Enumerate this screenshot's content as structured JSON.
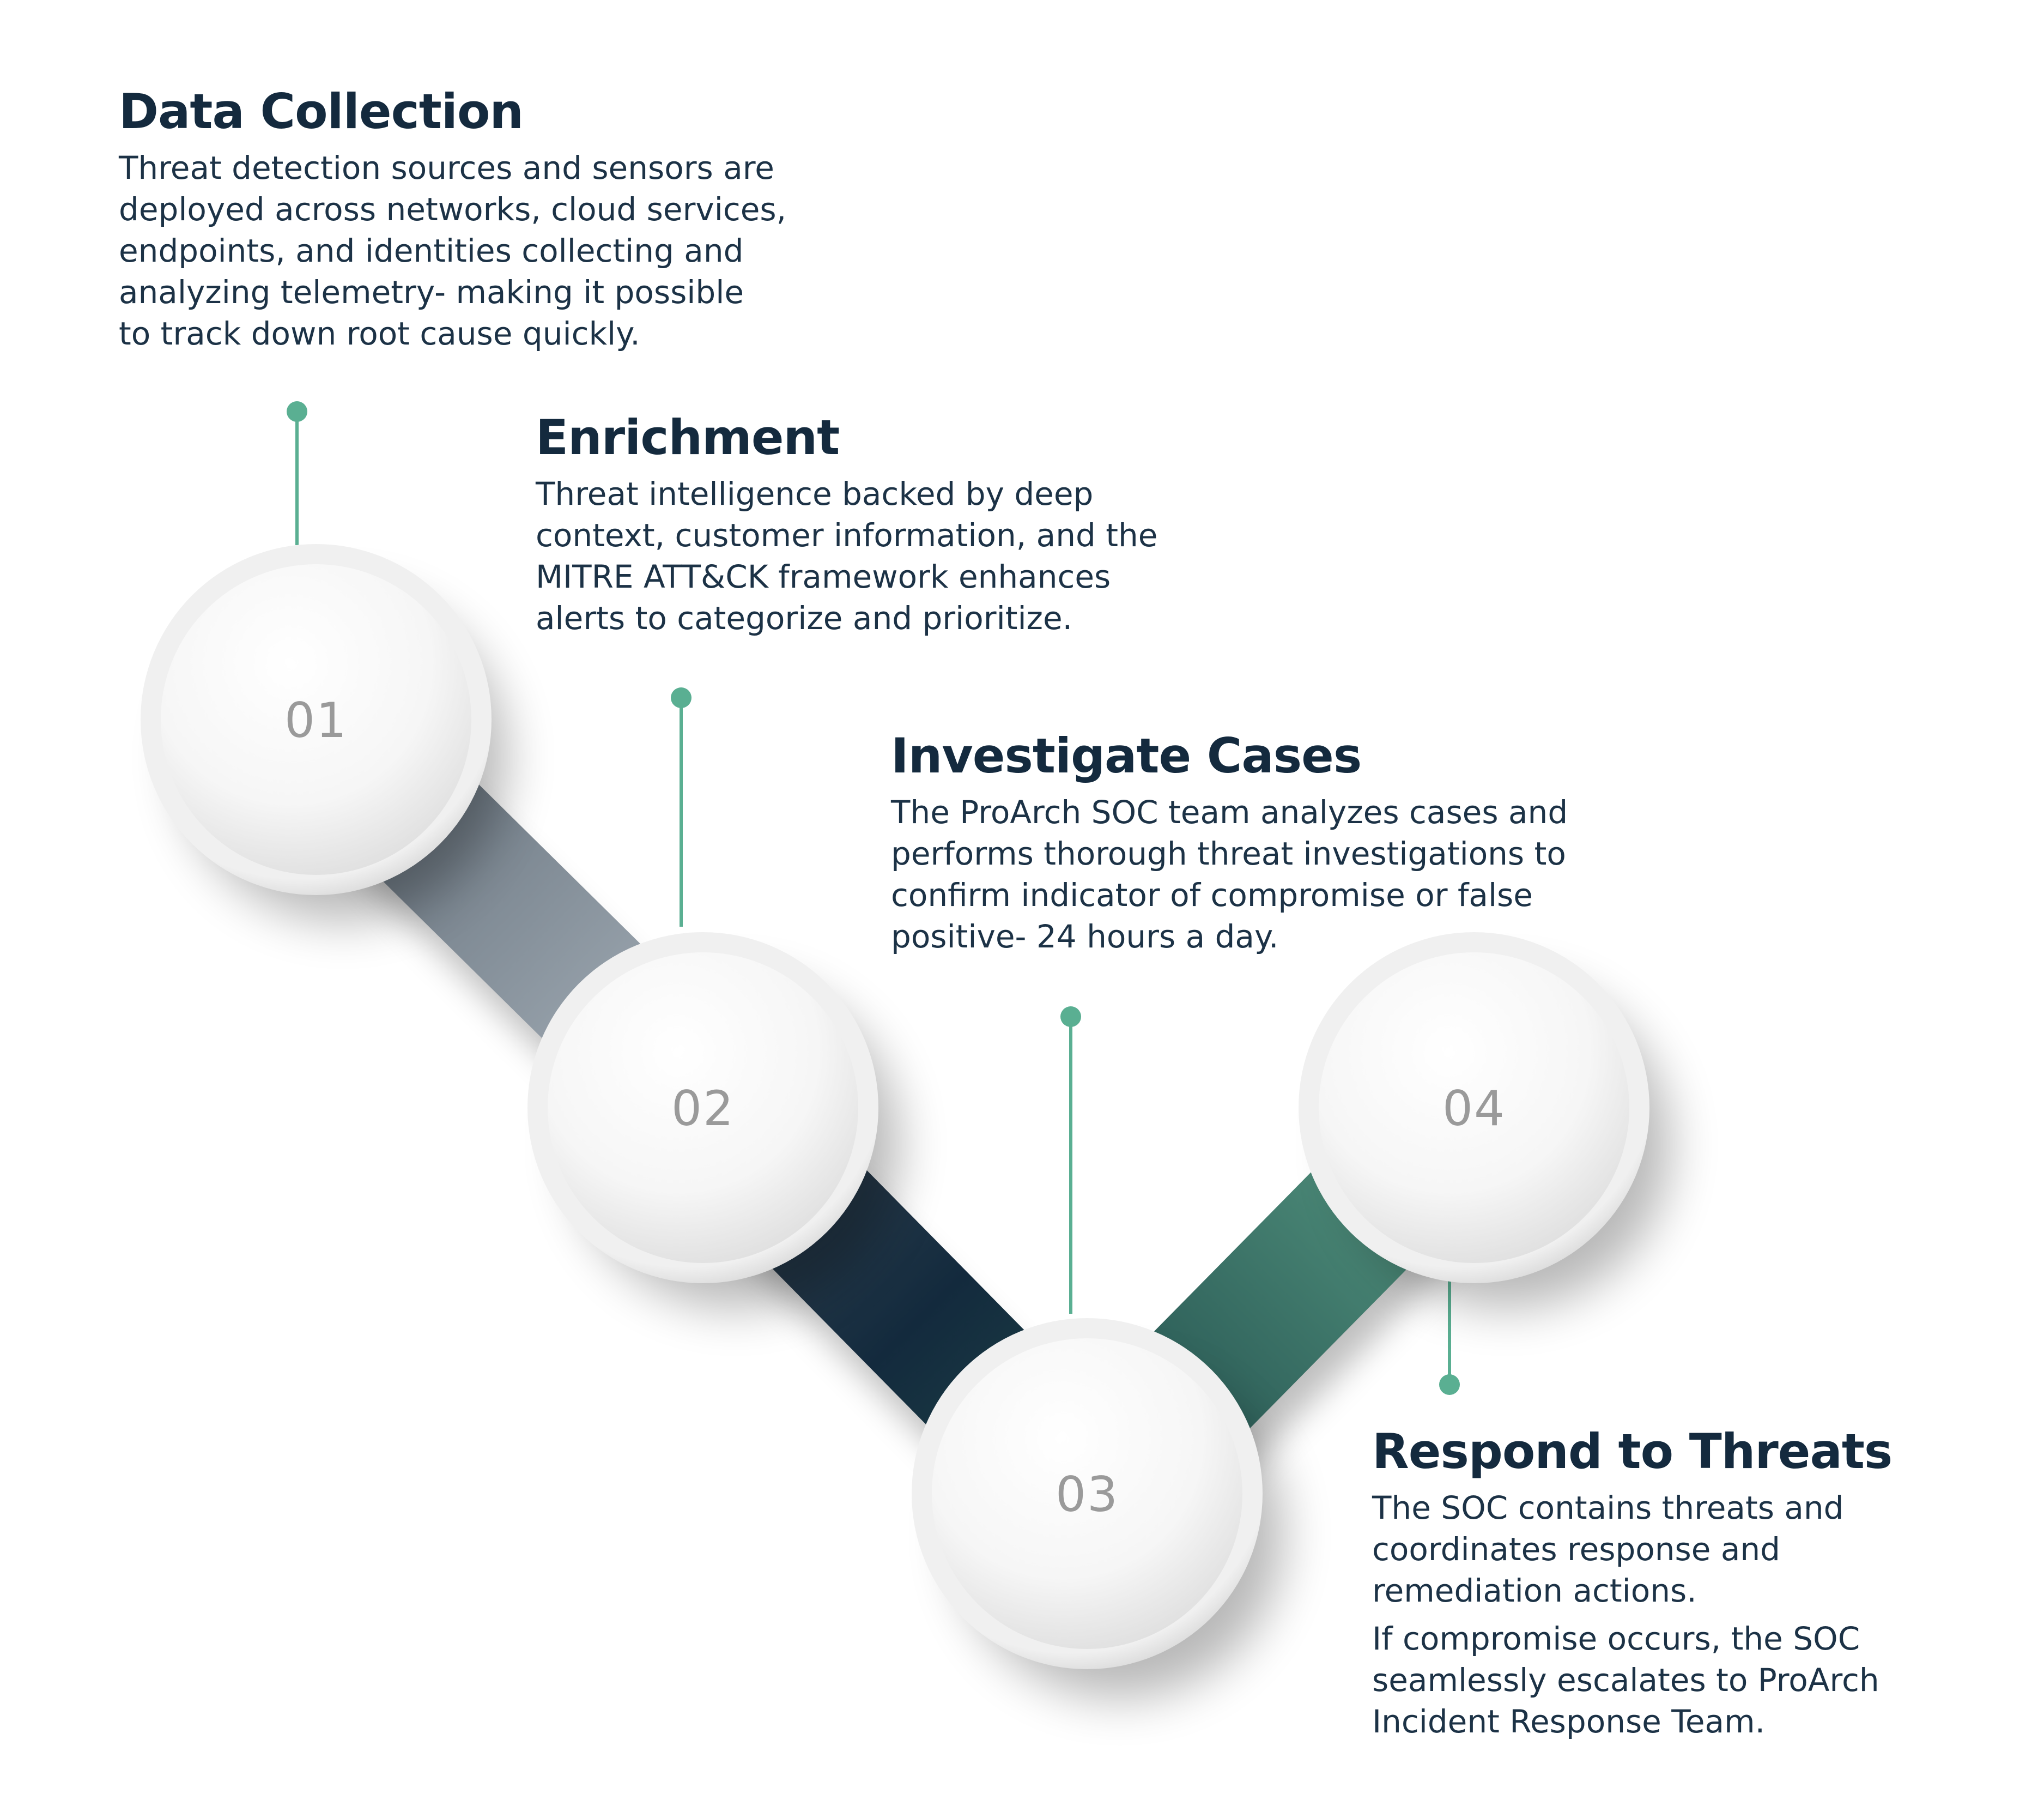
{
  "steps": [
    {
      "number": "01",
      "title": "Data Collection",
      "description": "Threat detection sources and sensors are\ndeployed across networks, cloud services,\nendpoints, and identities collecting and\nanalyzing telemetry- making it possible\nto track down root cause quickly."
    },
    {
      "number": "02",
      "title": "Enrichment",
      "description": "Threat intelligence backed by deep\ncontext, customer information, and the\nMITRE ATT&CK framework enhances\nalerts to categorize and prioritize."
    },
    {
      "number": "03",
      "title": "Investigate Cases",
      "description": "The ProArch SOC team analyzes cases and\nperforms thorough threat investigations to\nconfirm indicator of compromise or false\npositive- 24 hours a day."
    },
    {
      "number": "04",
      "title": "Respond to Threats",
      "description": "The SOC contains threats and\ncoordinates response and\nremediation actions.",
      "description_extra": "If compromise occurs, the SOC\nseamlessly escalates to ProArch\nIncident Response Team."
    }
  ],
  "colors": {
    "title": "#142a3e",
    "text": "#1c3246",
    "connector_dot": "#5aaf92",
    "band_1_2": "#8f9ba4",
    "band_2_3": "#142a3e",
    "band_3_4": "#4f8f7f",
    "circle_number": "#9a9a9a"
  }
}
